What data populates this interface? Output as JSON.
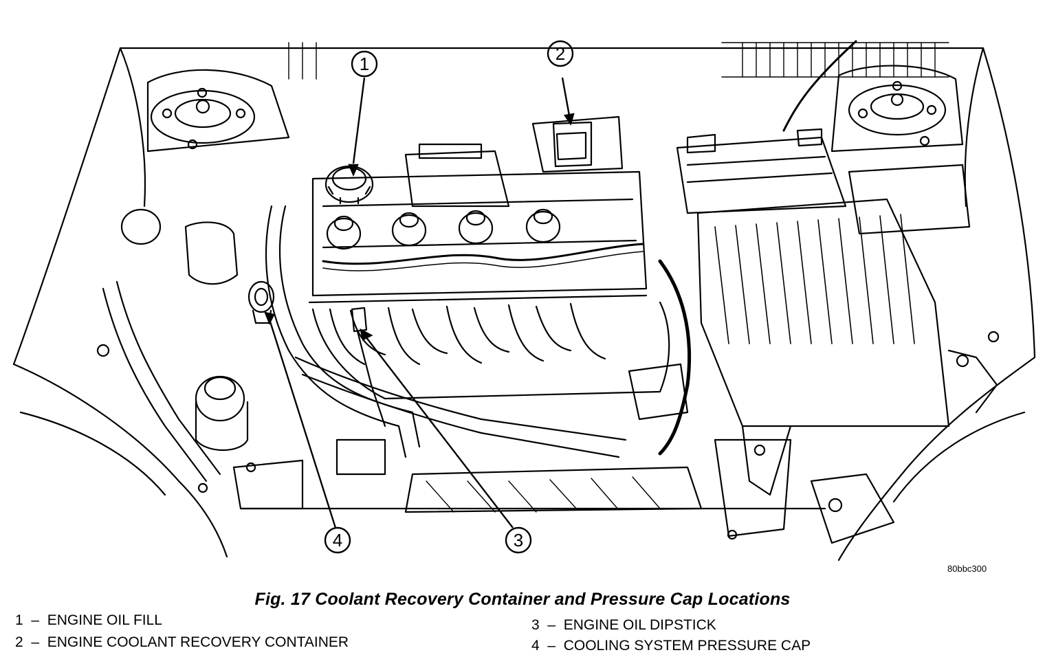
{
  "figure": {
    "caption": "Fig. 17 Coolant Recovery Container and Pressure Cap Locations",
    "reference_code": "80bbc300"
  },
  "callouts": [
    {
      "number": "1"
    },
    {
      "number": "2"
    },
    {
      "number": "3"
    },
    {
      "number": "4"
    }
  ],
  "legend": [
    {
      "text": "1  –  ENGINE OIL FILL"
    },
    {
      "text": "2  –  ENGINE COOLANT RECOVERY CONTAINER"
    },
    {
      "text": "3  –  ENGINE OIL DIPSTICK"
    },
    {
      "text": "4  –  COOLING SYSTEM PRESSURE CAP"
    }
  ]
}
